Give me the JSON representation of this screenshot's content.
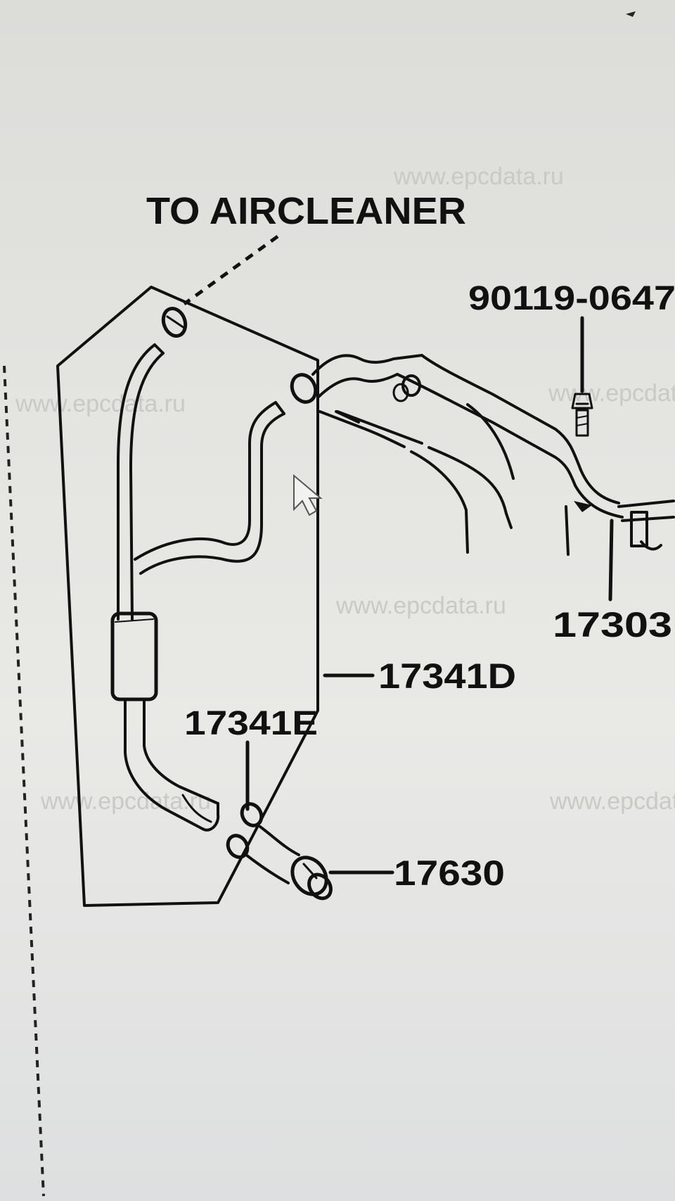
{
  "diagram": {
    "annotation_to_aircleaner": "TO AIRCLEANER",
    "parts": {
      "bolt": "90119-0647",
      "hose_right": "17303",
      "hose_main": "17341D",
      "hose_small": "17341E",
      "valve": "17630"
    },
    "watermark": "www.epcdata.ru"
  },
  "colors": {
    "ink": "#111111",
    "paper": "#e6e6e3"
  }
}
